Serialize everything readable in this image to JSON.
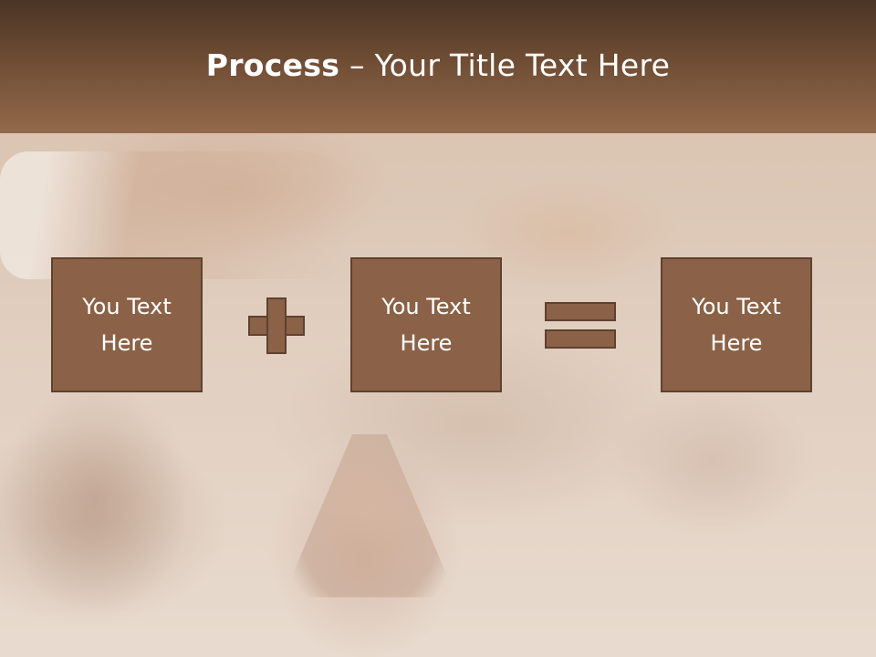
{
  "slide": {
    "title_bold": "Process",
    "title_rest": " – Your Title Text Here"
  },
  "boxes": [
    {
      "line1": "You Text",
      "line2": "Here"
    },
    {
      "line1": "You Text",
      "line2": "Here"
    },
    {
      "line1": "You Text",
      "line2": "Here"
    }
  ],
  "operators": [
    "plus-icon",
    "equals-icon"
  ],
  "colors": {
    "header_top": "#4a3425",
    "header_bottom": "#93694a",
    "box_fill": "#8b6247",
    "box_border": "#5e4130",
    "text": "#ffffff"
  }
}
